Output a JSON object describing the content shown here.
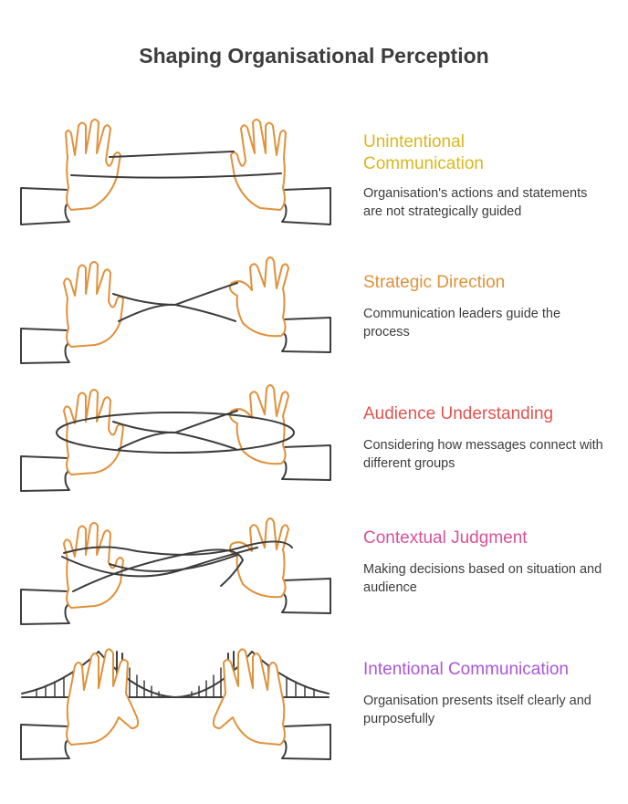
{
  "title": "Shaping Organisational Perception",
  "steps": [
    {
      "title": "Unintentional Communication",
      "title_line1": "Unintentional",
      "title_line2": "Communication",
      "description": "Organisation's actions and statements are not strategically guided",
      "color": "#d8b81e"
    },
    {
      "title": "Strategic Direction",
      "description": "Communication leaders guide the process",
      "color": "#e0913a"
    },
    {
      "title": "Audience Understanding",
      "description": "Considering how messages connect with different groups",
      "color": "#e0554f"
    },
    {
      "title": "Contextual Judgment",
      "description": "Making decisions based on situation and audience",
      "color": "#d9509a"
    },
    {
      "title": "Intentional Communication",
      "description": "Organisation presents itself clearly and purposefully",
      "color": "#a957d9"
    }
  ],
  "icons": [
    "open-hands-loose-string-icon",
    "hands-crossed-string-icon",
    "hands-string-loop-icon",
    "hands-tangled-string-icon",
    "hands-bridge-icon"
  ]
}
